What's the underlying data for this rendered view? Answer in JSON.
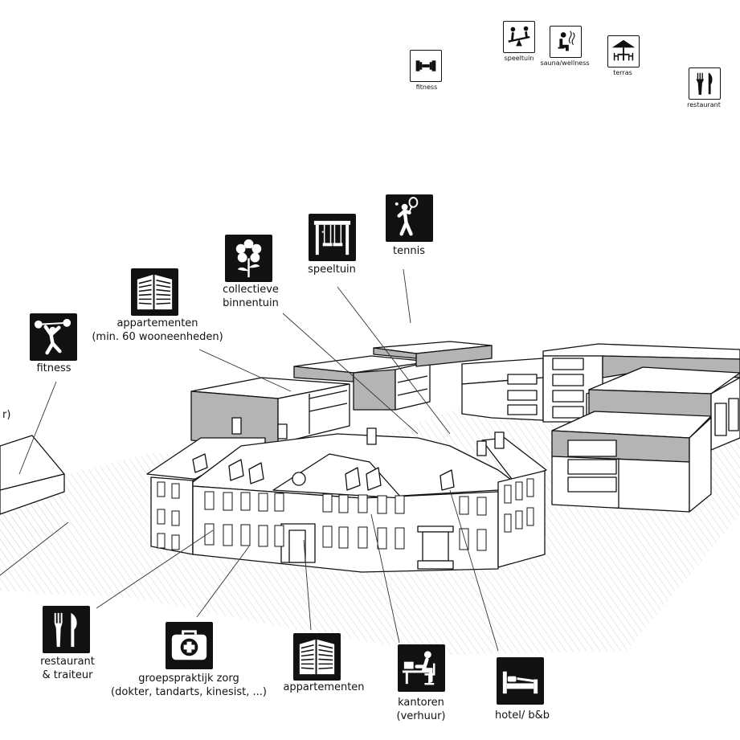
{
  "legend": {
    "fitness": "fitness",
    "speeltuin": "speeltuin",
    "sauna": "sauna/wellness",
    "terras": "terras",
    "restaurant": "restaurant"
  },
  "labels": {
    "tennis": "tennis",
    "speeltuin": "speeltuin",
    "binnentuin_1": "collectieve",
    "binnentuin_2": "binnentuin",
    "appartementen_top_1": "appartementen",
    "appartementen_top_2": "(min. 60 wooneenheden)",
    "fitness": "fitness",
    "left_cut": "r)",
    "restaurant_1": "restaurant",
    "restaurant_2": "& traiteur",
    "zorg_1": "groepspraktijk zorg",
    "zorg_2": "(dokter, tandarts, kinesist, ...)",
    "appartementen_bottom": "appartementen",
    "kantoren_1": "kantoren",
    "kantoren_2": "(verhuur)",
    "hotel": "hotel/ b&b"
  },
  "icons": {
    "fitness_small": "dumbbell-icon",
    "speeltuin_small": "seesaw-icon",
    "sauna_small": "sauna-icon",
    "terras_small": "parasol-icon",
    "restaurant_small": "fork-knife-icon",
    "tennis": "tennis-player-icon",
    "speeltuin": "swing-icon",
    "binnentuin": "flower-icon",
    "appartementen": "apartment-building-icon",
    "fitness": "weightlifter-icon",
    "restaurant": "fork-knife-icon",
    "zorg": "first-aid-kit-icon",
    "kantoren": "office-desk-icon",
    "hotel": "bed-icon"
  },
  "colors": {
    "ink": "#111111",
    "grey_facade": "#b4b4b4",
    "hatch": "#d9d9d9"
  }
}
